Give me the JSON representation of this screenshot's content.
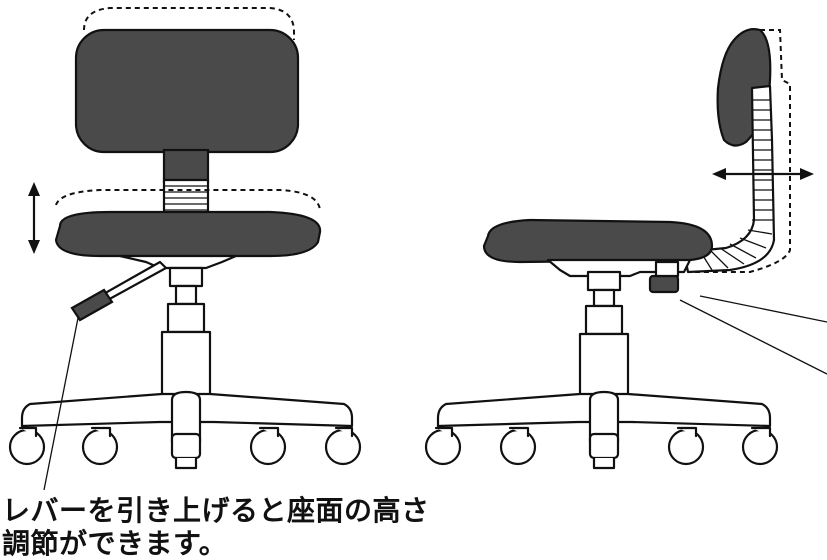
{
  "caption": {
    "line1": "レバーを引き上げると座面の高さ",
    "line2": "調節ができます。"
  },
  "icons": [
    "front-chair-illustration",
    "side-chair-illustration",
    "height-arrow-icon",
    "depth-arrow-icon"
  ]
}
